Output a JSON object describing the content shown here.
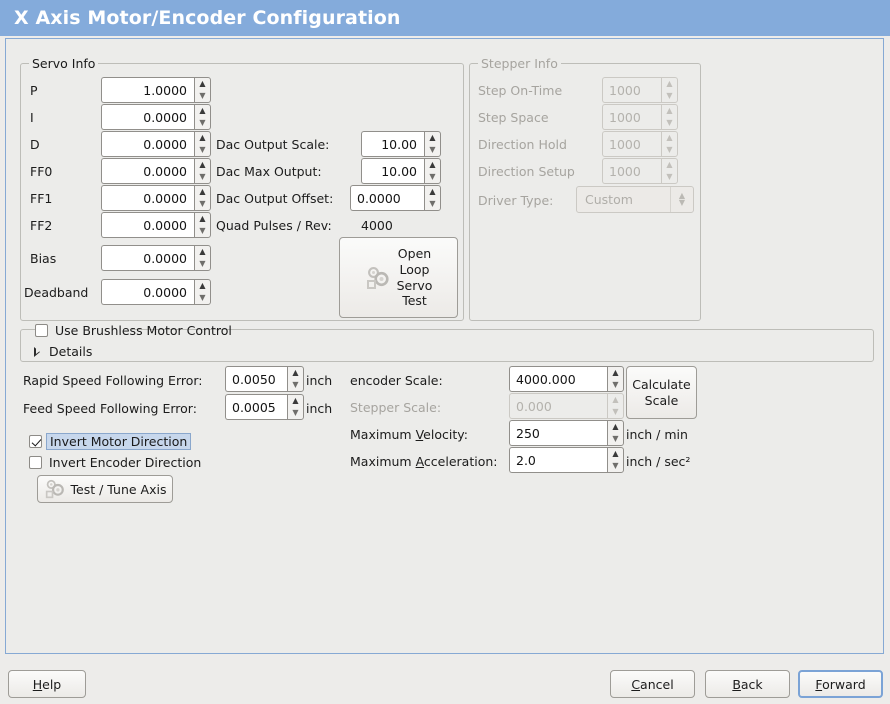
{
  "window": {
    "title": "X Axis Motor/Encoder Configuration",
    "titlebar_color": "#84abdb",
    "panel_border_color": "#86a9d4",
    "background_color": "#ececea"
  },
  "servo_info": {
    "legend": "Servo Info",
    "enabled": true,
    "gains": [
      {
        "label": "P",
        "value": "1.0000"
      },
      {
        "label": "I",
        "value": "0.0000"
      },
      {
        "label": "D",
        "value": "0.0000"
      },
      {
        "label": "FF0",
        "value": "0.0000"
      },
      {
        "label": "FF1",
        "value": "0.0000"
      },
      {
        "label": "FF2",
        "value": "0.0000"
      },
      {
        "label": "Bias",
        "value": "0.0000"
      },
      {
        "label": "Deadband",
        "value": "0.0000"
      }
    ],
    "dac": [
      {
        "label": "Dac Output Scale:",
        "value": "10.00"
      },
      {
        "label": "Dac Max Output:",
        "value": "10.00"
      },
      {
        "label": "Dac Output Offset:",
        "value": "0.0000"
      }
    ],
    "quad_pulses_label": "Quad Pulses / Rev:",
    "quad_pulses_value": "4000",
    "open_loop_button": {
      "lines": [
        "Open",
        "Loop",
        "Servo",
        "Test"
      ],
      "icon": "gears-icon"
    }
  },
  "stepper_info": {
    "legend": "Stepper Info",
    "enabled": false,
    "fields": [
      {
        "label": "Step On-Time",
        "value": "1000"
      },
      {
        "label": "Step Space",
        "value": "1000"
      },
      {
        "label": "Direction Hold",
        "value": "1000"
      },
      {
        "label": "Direction Setup",
        "value": "1000"
      }
    ],
    "driver_type_label": "Driver Type:",
    "driver_type_value": "Custom"
  },
  "brushless": {
    "checkbox_label": "Use Brushless Motor Control",
    "checked": false,
    "details_label": "Details",
    "details_expanded": false
  },
  "following_error": {
    "rapid": {
      "label": "Rapid Speed Following Error:",
      "value": "0.0050",
      "unit": "inch"
    },
    "feed": {
      "label": "Feed Speed Following Error:",
      "value": "0.0005",
      "unit": "inch"
    }
  },
  "invert": {
    "motor": {
      "label": "Invert Motor Direction",
      "checked": true,
      "focused": true
    },
    "encoder": {
      "label": "Invert Encoder Direction",
      "checked": false,
      "focused": false
    }
  },
  "test_tune_button": {
    "label": "Test / Tune Axis",
    "icon": "gears-icon"
  },
  "scale": {
    "encoder": {
      "label": "encoder Scale:",
      "value": "4000.000",
      "enabled": true
    },
    "stepper": {
      "label": "Stepper Scale:",
      "value": "0.000",
      "enabled": false
    },
    "calculate_button": {
      "lines": [
        "Calculate",
        "Scale"
      ]
    },
    "max_velocity": {
      "label_pre": "Maximum ",
      "label_mnemonic": "V",
      "label_post": "elocity:",
      "value": "250",
      "unit": "inch / min"
    },
    "max_acceleration": {
      "label_pre": "Maximum ",
      "label_mnemonic": "A",
      "label_post": "cceleration:",
      "value": "2.0",
      "unit": "inch / sec²"
    }
  },
  "footer": {
    "help": {
      "mnemonic": "H",
      "rest": "elp"
    },
    "cancel": {
      "mnemonic": "C",
      "rest": "ancel"
    },
    "back": {
      "mnemonic": "B",
      "rest": "ack"
    },
    "forward": {
      "mnemonic": "F",
      "rest": "orward",
      "is_default": true
    }
  }
}
